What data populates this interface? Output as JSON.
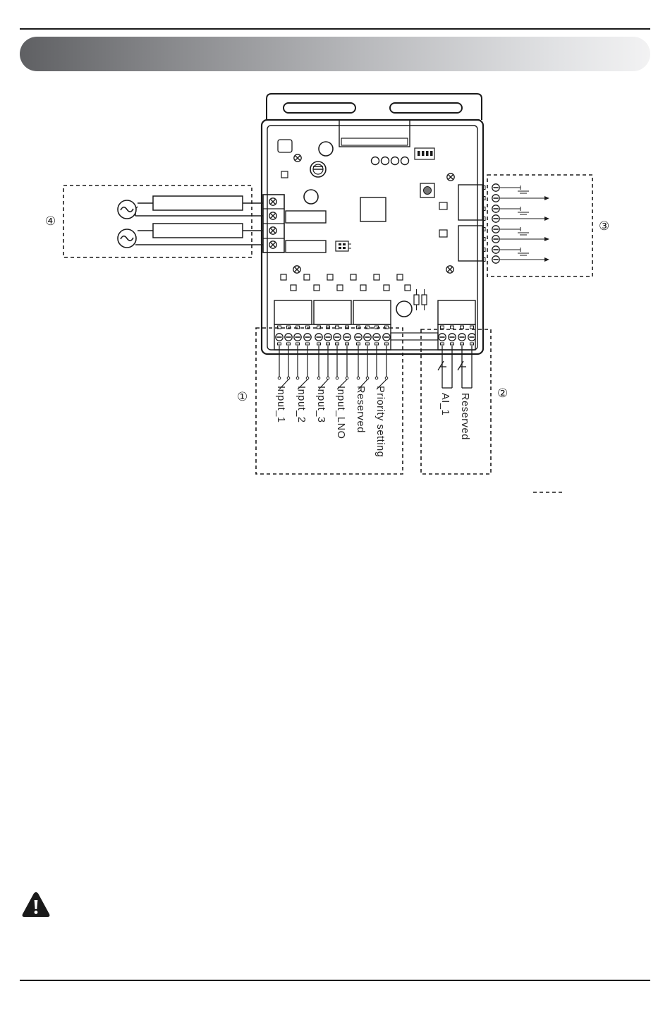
{
  "diagram": {
    "callouts": [
      "①",
      "②",
      "③",
      "④"
    ],
    "input_labels": [
      "Input_1",
      "Input_2",
      "Input_3",
      "Input_LNO",
      "Reserved",
      "Priority setting"
    ],
    "analog_labels": [
      "AI_1",
      "Reserved"
    ]
  },
  "colors": {
    "line": "#1a1a1a",
    "header_dark": "#5f6063",
    "header_light": "#f2f2f3"
  },
  "icons": [
    "warning-triangle-icon",
    "ac-source-icon",
    "screw-terminal-icon",
    "ground-icon",
    "arrow-icon"
  ]
}
